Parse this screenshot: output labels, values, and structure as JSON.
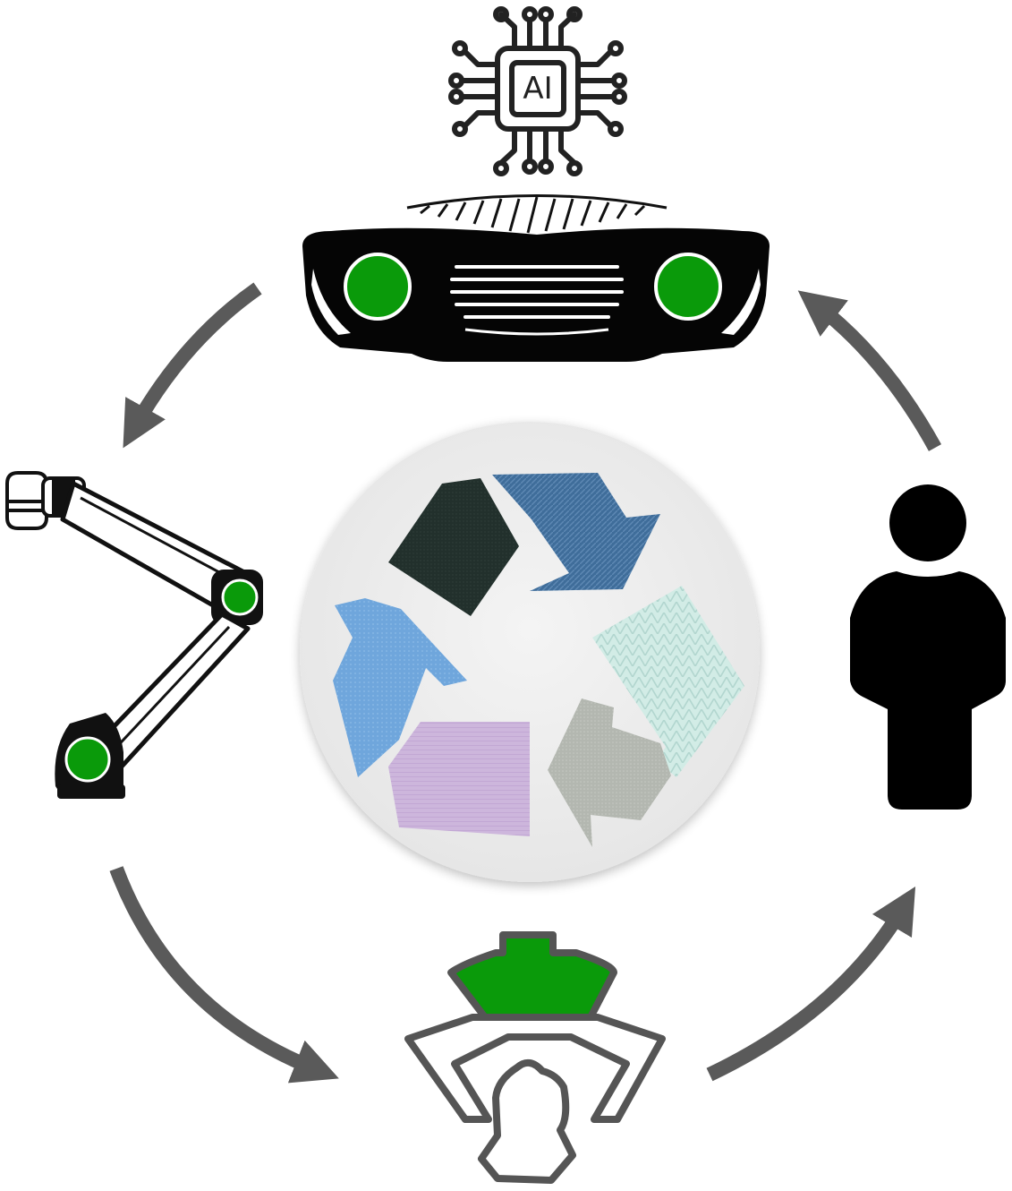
{
  "diagram": {
    "ai_chip": {
      "label": "AI",
      "icon": "ai-chip-icon"
    },
    "nodes": [
      {
        "id": "robot-head",
        "icon": "robot-head-icon"
      },
      {
        "id": "robot-arm",
        "icon": "robot-arm-icon"
      },
      {
        "id": "gripper",
        "icon": "gripper-icon"
      },
      {
        "id": "human",
        "icon": "person-icon"
      }
    ],
    "center": {
      "icon": "textile-recycle-icon"
    },
    "colors": {
      "accent_green": "#0a9a0a",
      "arrow_gray": "#5a5a5a",
      "outline_gray": "#555555",
      "black": "#000000",
      "center_bg": "#eeeeee"
    },
    "fabric_colors": [
      "#22302c",
      "#3f6d9a",
      "#d2ece6",
      "#6fa6dc",
      "#cdb6dc",
      "#b3b7b0"
    ]
  }
}
